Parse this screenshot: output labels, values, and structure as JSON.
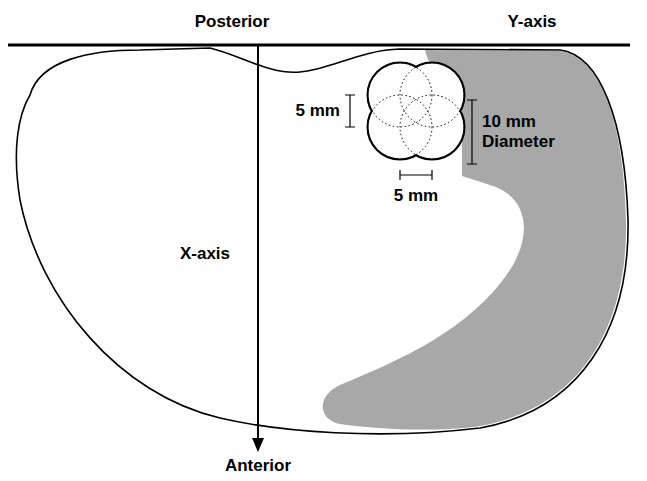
{
  "diagram": {
    "labels": [
      "Posterior",
      "Y-axis",
      "X-axis",
      "Anterior",
      "5 mm",
      "10 mm Diameter",
      "5 mm"
    ]
  }
}
